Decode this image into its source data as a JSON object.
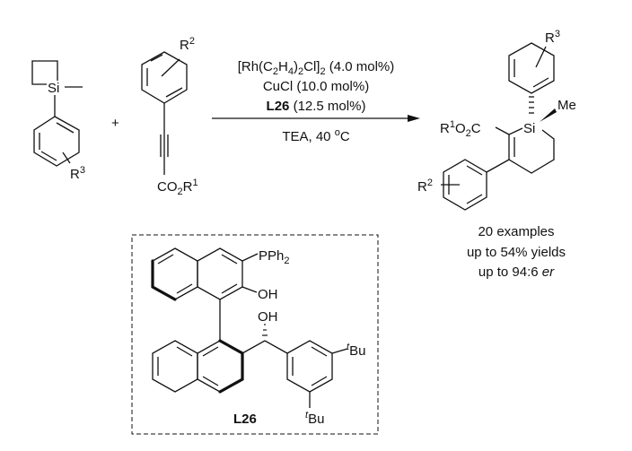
{
  "reactant1": {
    "si": "Si",
    "r": "R",
    "r_num": "3"
  },
  "plus": "+",
  "reactant2": {
    "r": "R",
    "r_num": "2",
    "co": "CO",
    "two": "2",
    "r1": "R",
    "r1_num": "1"
  },
  "conditions": {
    "line1": [
      "[Rh(C",
      "2",
      "H",
      "4",
      ")",
      "2",
      "Cl]",
      "2",
      " (4.0 mol%)"
    ],
    "line2": [
      "CuCl",
      " (10.0 mol%)"
    ],
    "line3": [
      "L26",
      " (12.5 mol%)"
    ],
    "line4": [
      "TEA, 40 ",
      "o",
      "C"
    ]
  },
  "product": {
    "r3": "R",
    "r3_num": "3",
    "me": "Me",
    "si": "Si",
    "ester": [
      "R",
      "1",
      "O",
      "2",
      "C"
    ],
    "r2": "R",
    "r2_num": "2"
  },
  "summary": {
    "examples": "20 examples",
    "yields": "up to 54% yields",
    "er_prefix": "up to 94:6 ",
    "er_unit": "er"
  },
  "ligand": {
    "label": "L26",
    "pph": "PPh",
    "pph_num": "2",
    "oh1": "OH",
    "oh2": "OH",
    "tbu_t": "t",
    "tbu": "Bu"
  }
}
